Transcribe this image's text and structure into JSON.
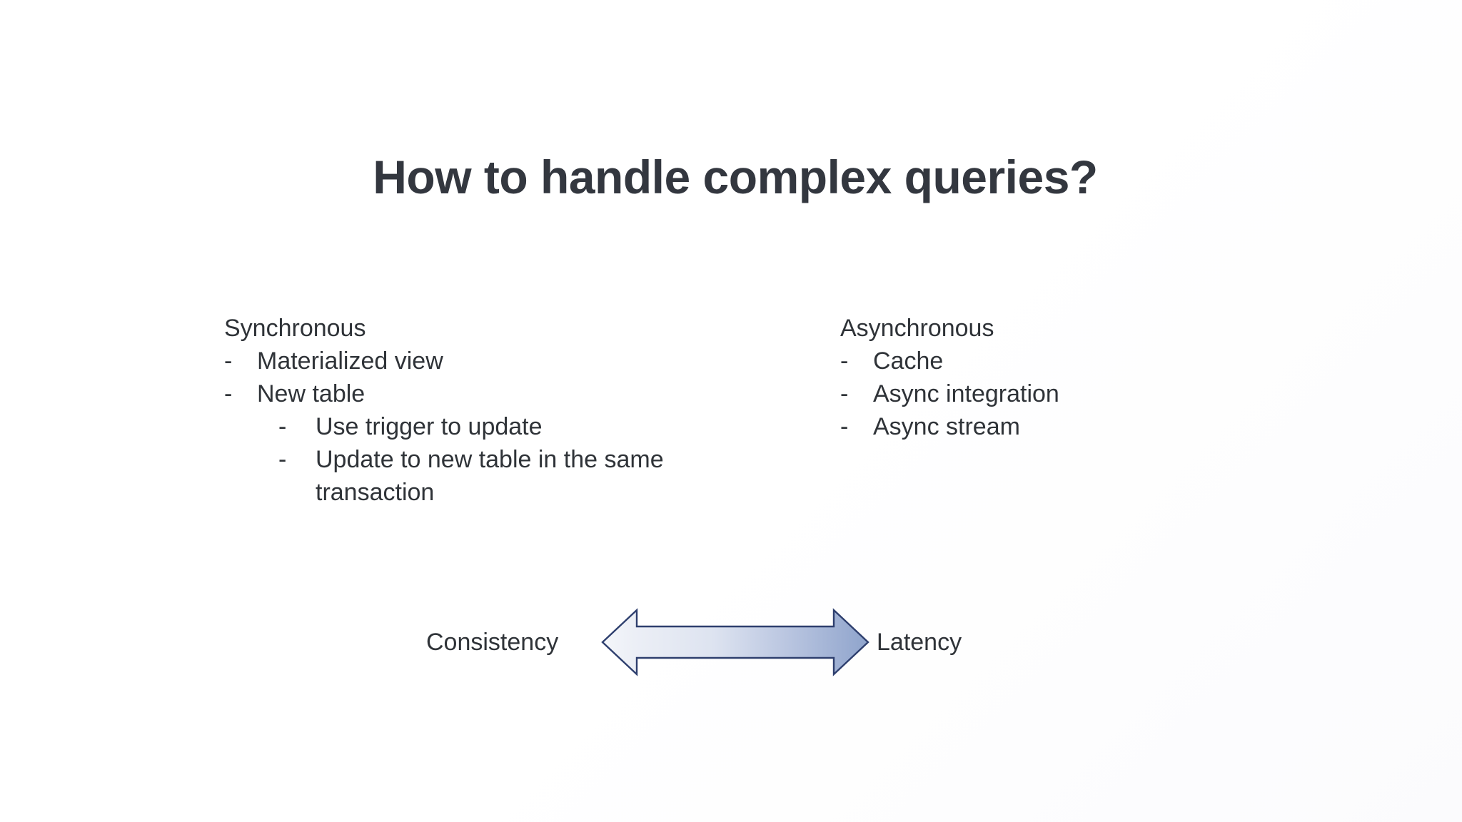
{
  "slide": {
    "title": "How to handle complex queries?",
    "columns": [
      {
        "id": "synchronous",
        "heading": "Synchronous",
        "bullets": [
          {
            "dash": "-",
            "text": "Materialized view",
            "sub": []
          },
          {
            "dash": "-",
            "text": "New table",
            "sub": [
              {
                "dash": "-",
                "text": "Use trigger to update"
              },
              {
                "dash": "-",
                "text": "Update to new table in the same transaction"
              }
            ]
          }
        ]
      },
      {
        "id": "asynchronous",
        "heading": "Asynchronous",
        "bullets": [
          {
            "dash": "-",
            "text": "Cache",
            "sub": []
          },
          {
            "dash": "-",
            "text": "Async integration",
            "sub": []
          },
          {
            "dash": "-",
            "text": "Async stream",
            "sub": []
          }
        ]
      }
    ],
    "tradeoff": {
      "left_label": "Consistency",
      "right_label": "Latency",
      "arrow": {
        "icon": "double-headed-arrow-icon",
        "direction": "both",
        "gradient_start": "#eef1f7",
        "gradient_end": "#8fa4cc",
        "outline": "#2e3f6e"
      }
    },
    "colors": {
      "background": "#ffffff",
      "title_text": "#33373f",
      "body_text": "#2f3338",
      "arrow_outline": "#2e3f6e",
      "arrow_light": "#eef1f7",
      "arrow_dark": "#8fa4cc"
    }
  }
}
